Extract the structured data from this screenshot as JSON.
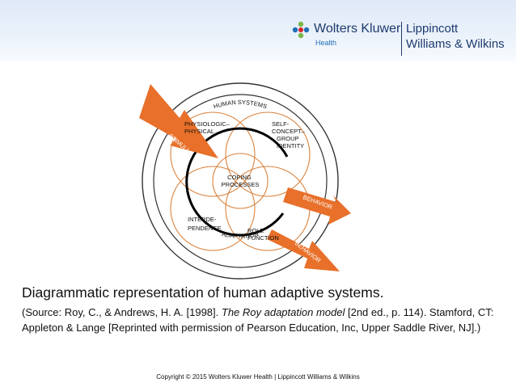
{
  "header": {
    "company": "Wolters Kluwer",
    "division": "Health",
    "brand_line1": "Lippincott",
    "brand_line2": "Williams & Wilkins",
    "logo_icon": "wolters-kluwer-logo-icon"
  },
  "diagram": {
    "outer_label_top": "HUMAN SYSTEMS",
    "outer_label_bottom": "ADAPTATION",
    "center_label_line1": "COPING",
    "center_label_line2": "PROCESSES",
    "modes": {
      "physiologic_line1": "PHYSIOLOGIC–",
      "physiologic_line2": "PHYSICAL",
      "self_line1": "SELF-",
      "self_line2": "CONCEPT–",
      "self_line3": "GROUP",
      "self_line4": "IDENTITY",
      "inter_line1": "INTERDE-",
      "inter_line2": "PENDENCE",
      "role_line1": "ROLE",
      "role_line2": "FUNCTION"
    },
    "arrows": {
      "input": "STIMULI",
      "output_1": "BEHAVIOR",
      "output_2": "BEHAVIOR"
    },
    "colors": {
      "arrow": "#e8702a",
      "mode_circle": "#d9833f",
      "ring": "#333333",
      "coping_ring": "#000000"
    }
  },
  "caption": {
    "title": "Diagrammatic representation of human adaptive systems.",
    "source_before": "(Source: Roy, C., & Andrews, H. A. [1998]. ",
    "source_italic": "The Roy adaptation model",
    "source_after": " [2nd ed., p. 114). Stamford, CT: Appleton & Lange [Reprinted with permission of Pearson Education, Inc, Upper Saddle River, NJ].)"
  },
  "footer": {
    "copyright": "Copyright © 2015 Wolters Kluwer Health | Lippincott Williams & Wilkins"
  }
}
